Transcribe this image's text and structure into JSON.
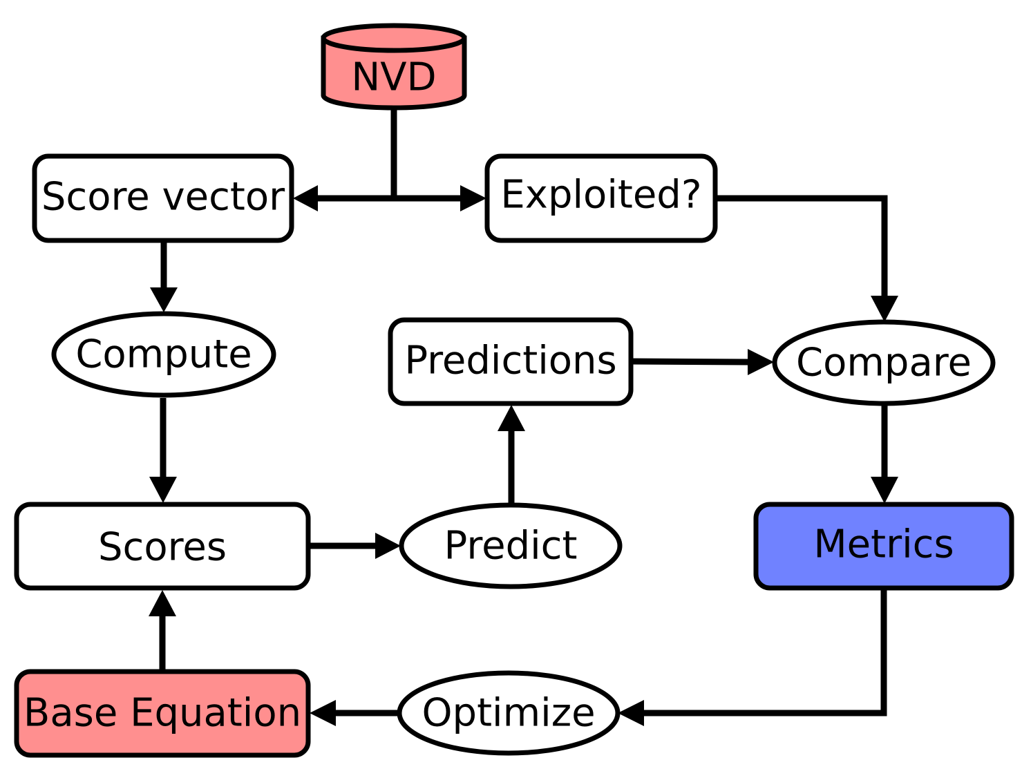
{
  "diagram": {
    "type": "flowchart",
    "colors": {
      "stroke": "#000000",
      "background": "#ffffff",
      "node_default": "#ffffff",
      "node_source": "#ff8f8f",
      "node_result": "#7082ff"
    },
    "nodes": {
      "nvd": {
        "label": "NVD",
        "shape": "database",
        "fill": "#ff8f8f"
      },
      "score_vector": {
        "label": "Score vector",
        "shape": "rounded-rect",
        "fill": "#ffffff"
      },
      "exploited": {
        "label": "Exploited?",
        "shape": "rounded-rect",
        "fill": "#ffffff"
      },
      "compute": {
        "label": "Compute",
        "shape": "ellipse",
        "fill": "#ffffff"
      },
      "predictions": {
        "label": "Predictions",
        "shape": "rounded-rect",
        "fill": "#ffffff"
      },
      "compare": {
        "label": "Compare",
        "shape": "ellipse",
        "fill": "#ffffff"
      },
      "scores": {
        "label": "Scores",
        "shape": "rounded-rect",
        "fill": "#ffffff"
      },
      "predict": {
        "label": "Predict",
        "shape": "ellipse",
        "fill": "#ffffff"
      },
      "metrics": {
        "label": "Metrics",
        "shape": "rounded-rect",
        "fill": "#7082ff"
      },
      "base_equation": {
        "label": "Base Equation",
        "shape": "rounded-rect",
        "fill": "#ff8f8f"
      },
      "optimize": {
        "label": "Optimize",
        "shape": "ellipse",
        "fill": "#ffffff"
      }
    },
    "edges": [
      {
        "from": "nvd",
        "to": "score_vector"
      },
      {
        "from": "nvd",
        "to": "exploited"
      },
      {
        "from": "score_vector",
        "to": "compute"
      },
      {
        "from": "compute",
        "to": "scores"
      },
      {
        "from": "scores",
        "to": "predict"
      },
      {
        "from": "predict",
        "to": "predictions"
      },
      {
        "from": "predictions",
        "to": "compare"
      },
      {
        "from": "exploited",
        "to": "compare"
      },
      {
        "from": "compare",
        "to": "metrics"
      },
      {
        "from": "metrics",
        "to": "optimize"
      },
      {
        "from": "optimize",
        "to": "base_equation"
      },
      {
        "from": "base_equation",
        "to": "scores"
      }
    ]
  }
}
